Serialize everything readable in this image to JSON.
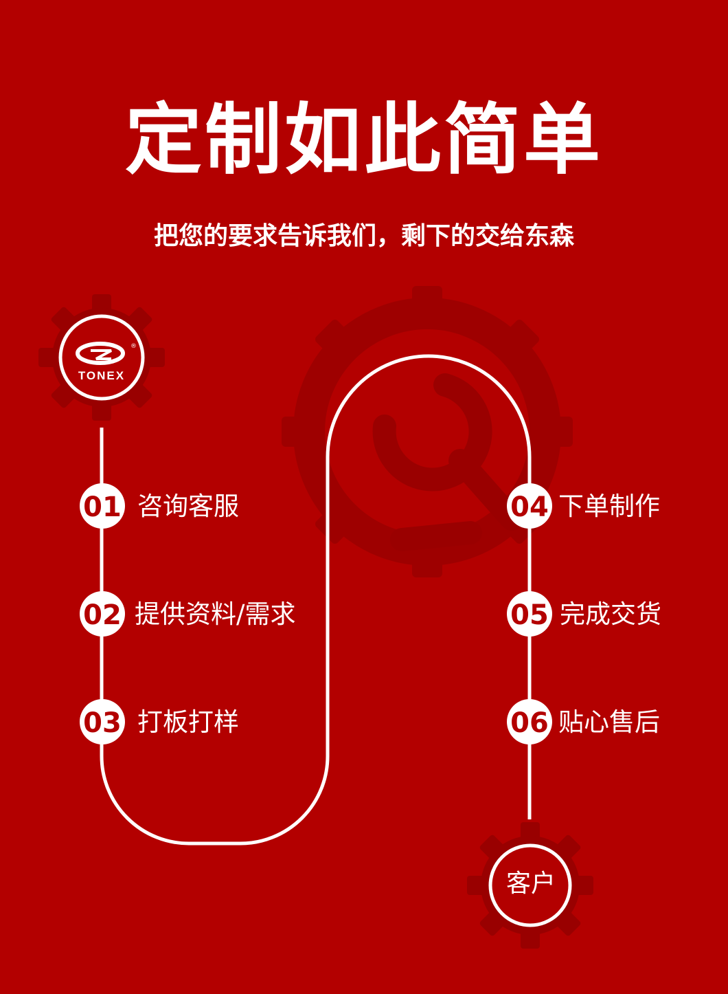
{
  "title": "定制如此简单",
  "subtitle": "把您的要求告诉我们，剩下的交给东森",
  "logo": {
    "text": "TONEX",
    "icon": "tonex-logo-icon",
    "registered_mark": "®"
  },
  "steps": [
    {
      "number": "01",
      "label": "咨询客服"
    },
    {
      "number": "02",
      "label": "提供资料/需求"
    },
    {
      "number": "03",
      "label": "打板打样"
    },
    {
      "number": "04",
      "label": "下单制作"
    },
    {
      "number": "05",
      "label": "完成交货"
    },
    {
      "number": "06",
      "label": "贴心售后"
    }
  ],
  "end_node": {
    "label": "客户"
  },
  "colors": {
    "background": "#b30000",
    "gear": "#990000",
    "gear_dark": "#8a0000",
    "path": "#ffffff",
    "text": "#ffffff"
  },
  "icons": [
    "gear-icon",
    "wrench-icon",
    "tonex-logo-icon"
  ]
}
